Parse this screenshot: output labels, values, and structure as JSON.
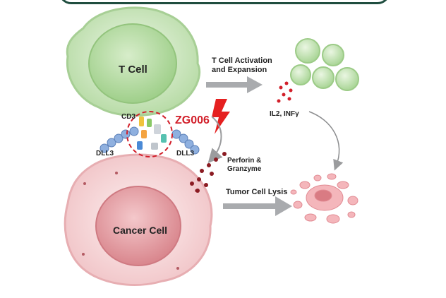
{
  "colors": {
    "frame": "#1f4d3f",
    "t_cell": "#cfe7c4",
    "t_cell_nucleus": "#b6dba4",
    "cancer_cell": "#f7dada",
    "cancer_nucleus": "#e6a9ad",
    "drug_highlight": "#d21f2a",
    "arrow": "#a9abae",
    "dots": "#8b1b22",
    "lysis_fragments": "#f2a7ad"
  },
  "labels": {
    "t_cell": "T Cell",
    "cancer_cell": "Cancer Cell",
    "activation_line1": "T Cell Activation",
    "activation_line2": "and Expansion",
    "cytokines": "IL2, INFγ",
    "drug": "ZG006",
    "cd3": "CD3",
    "dll3_left": "DLL3",
    "dll3_right": "DLL3",
    "perforin_line1": "Perforin &",
    "perforin_line2": "Granzyme",
    "lysis": "Tumor Cell Lysis"
  },
  "icons": {
    "lightning": "lightning-bolt-icon"
  }
}
